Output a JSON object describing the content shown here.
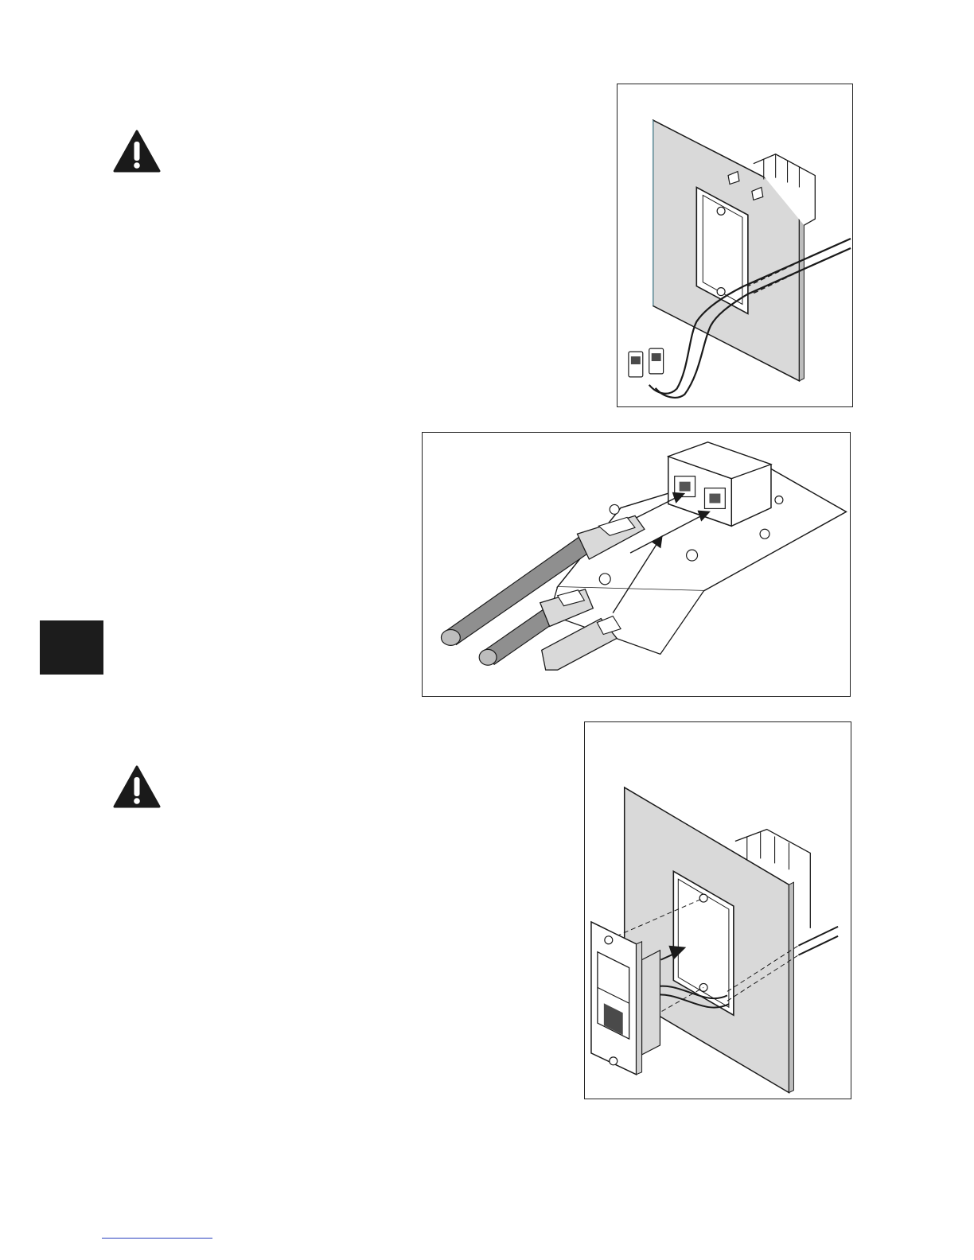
{
  "page": {
    "warnings": [
      {
        "icon": "warning-triangle-icon"
      },
      {
        "icon": "warning-triangle-icon"
      }
    ],
    "figures": [
      {
        "name": "figure-wall-box-cables",
        "subject": "wall-box-with-two-cables-icon"
      },
      {
        "name": "figure-rj45-coupler-connection",
        "subject": "rj45-plugs-into-coupler-icon"
      },
      {
        "name": "figure-insert-module-into-wall-box",
        "subject": "module-into-wall-box-icon"
      }
    ],
    "colors": {
      "line": "#1a1a1a",
      "wall_fill": "#d9d9d9",
      "tab_fill": "#1c1c1c",
      "footer_rule": "#2a3fbf",
      "wall_edge_accent": "#6fa8b8"
    }
  }
}
